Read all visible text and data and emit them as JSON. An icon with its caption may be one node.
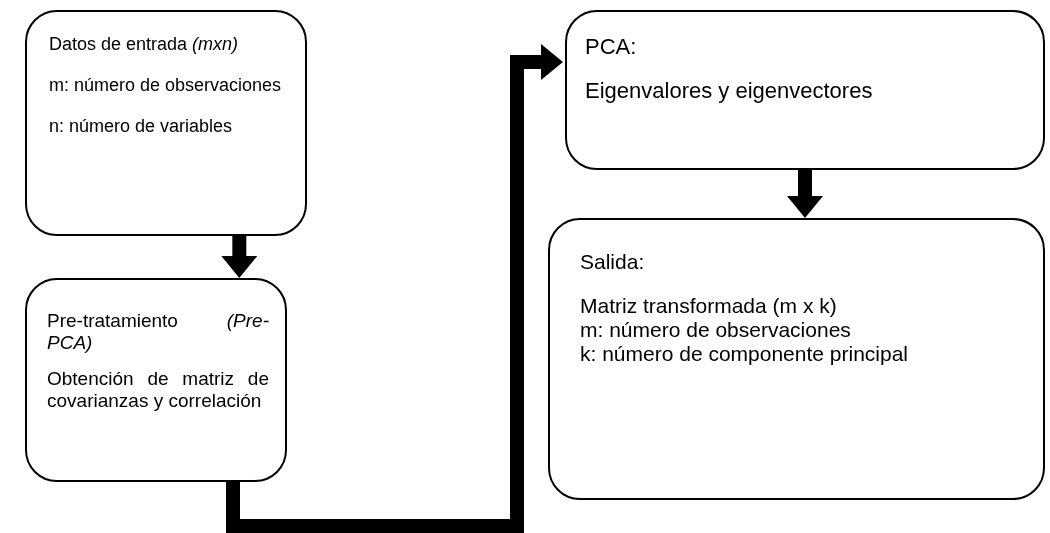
{
  "diagram": {
    "nodes": [
      {
        "text": [
          "Datos de entrada *(mxn)*",
          "m: número de observaciones",
          "n: número de variables"
        ]
      },
      {
        "text": [
          "Pre-tratamiento *(Pre-PCA)*",
          "Obtención de matriz de covarianzas y correlación"
        ]
      },
      {
        "text": [
          "PCA:",
          "Eigenvalores y eigenvectores"
        ]
      },
      {
        "text": [
          "Salida:",
          "Matriz transformada (m x k)",
          "m: número de observaciones",
          "k: número de componente principal"
        ]
      }
    ],
    "edges": [
      {
        "from": 0,
        "to": 1,
        "arrow": "to"
      },
      {
        "from": 1,
        "to": 2,
        "arrow": "to"
      },
      {
        "from": 2,
        "to": 3,
        "arrow": "to"
      }
    ]
  }
}
